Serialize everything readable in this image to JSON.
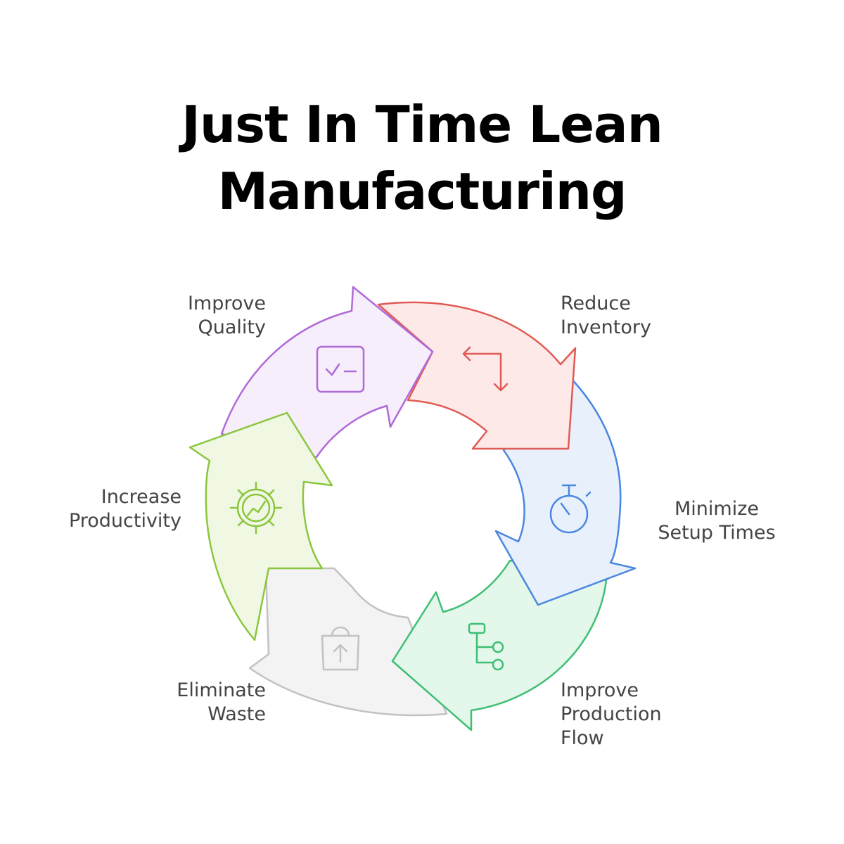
{
  "title": {
    "line1": "Just In Time Lean",
    "line2": "Manufacturing"
  },
  "steps": [
    {
      "id": "quality",
      "label_lines": [
        "Improve",
        "Quality"
      ],
      "icon": "checklist-icon",
      "stroke": "#b06ad8",
      "fill": "#f6eefb"
    },
    {
      "id": "inventory",
      "label_lines": [
        "Reduce",
        "Inventory"
      ],
      "icon": "swap-arrows-icon",
      "stroke": "#e05b55",
      "fill": "#fde9e7"
    },
    {
      "id": "setup",
      "label_lines": [
        "Minimize",
        "Setup Times"
      ],
      "icon": "stopwatch-icon",
      "stroke": "#4a87e0",
      "fill": "#e8f0fc"
    },
    {
      "id": "flow",
      "label_lines": [
        "Improve",
        "Production",
        "Flow"
      ],
      "icon": "flow-tree-icon",
      "stroke": "#3fbf75",
      "fill": "#e3f7ea"
    },
    {
      "id": "waste",
      "label_lines": [
        "Eliminate",
        "Waste"
      ],
      "icon": "upload-bag-icon",
      "stroke": "#c2c2c2",
      "fill": "#f3f3f3"
    },
    {
      "id": "productivity",
      "label_lines": [
        "Increase",
        "Productivity"
      ],
      "icon": "gear-chart-icon",
      "stroke": "#8cc63f",
      "fill": "#f0f8e4"
    }
  ]
}
